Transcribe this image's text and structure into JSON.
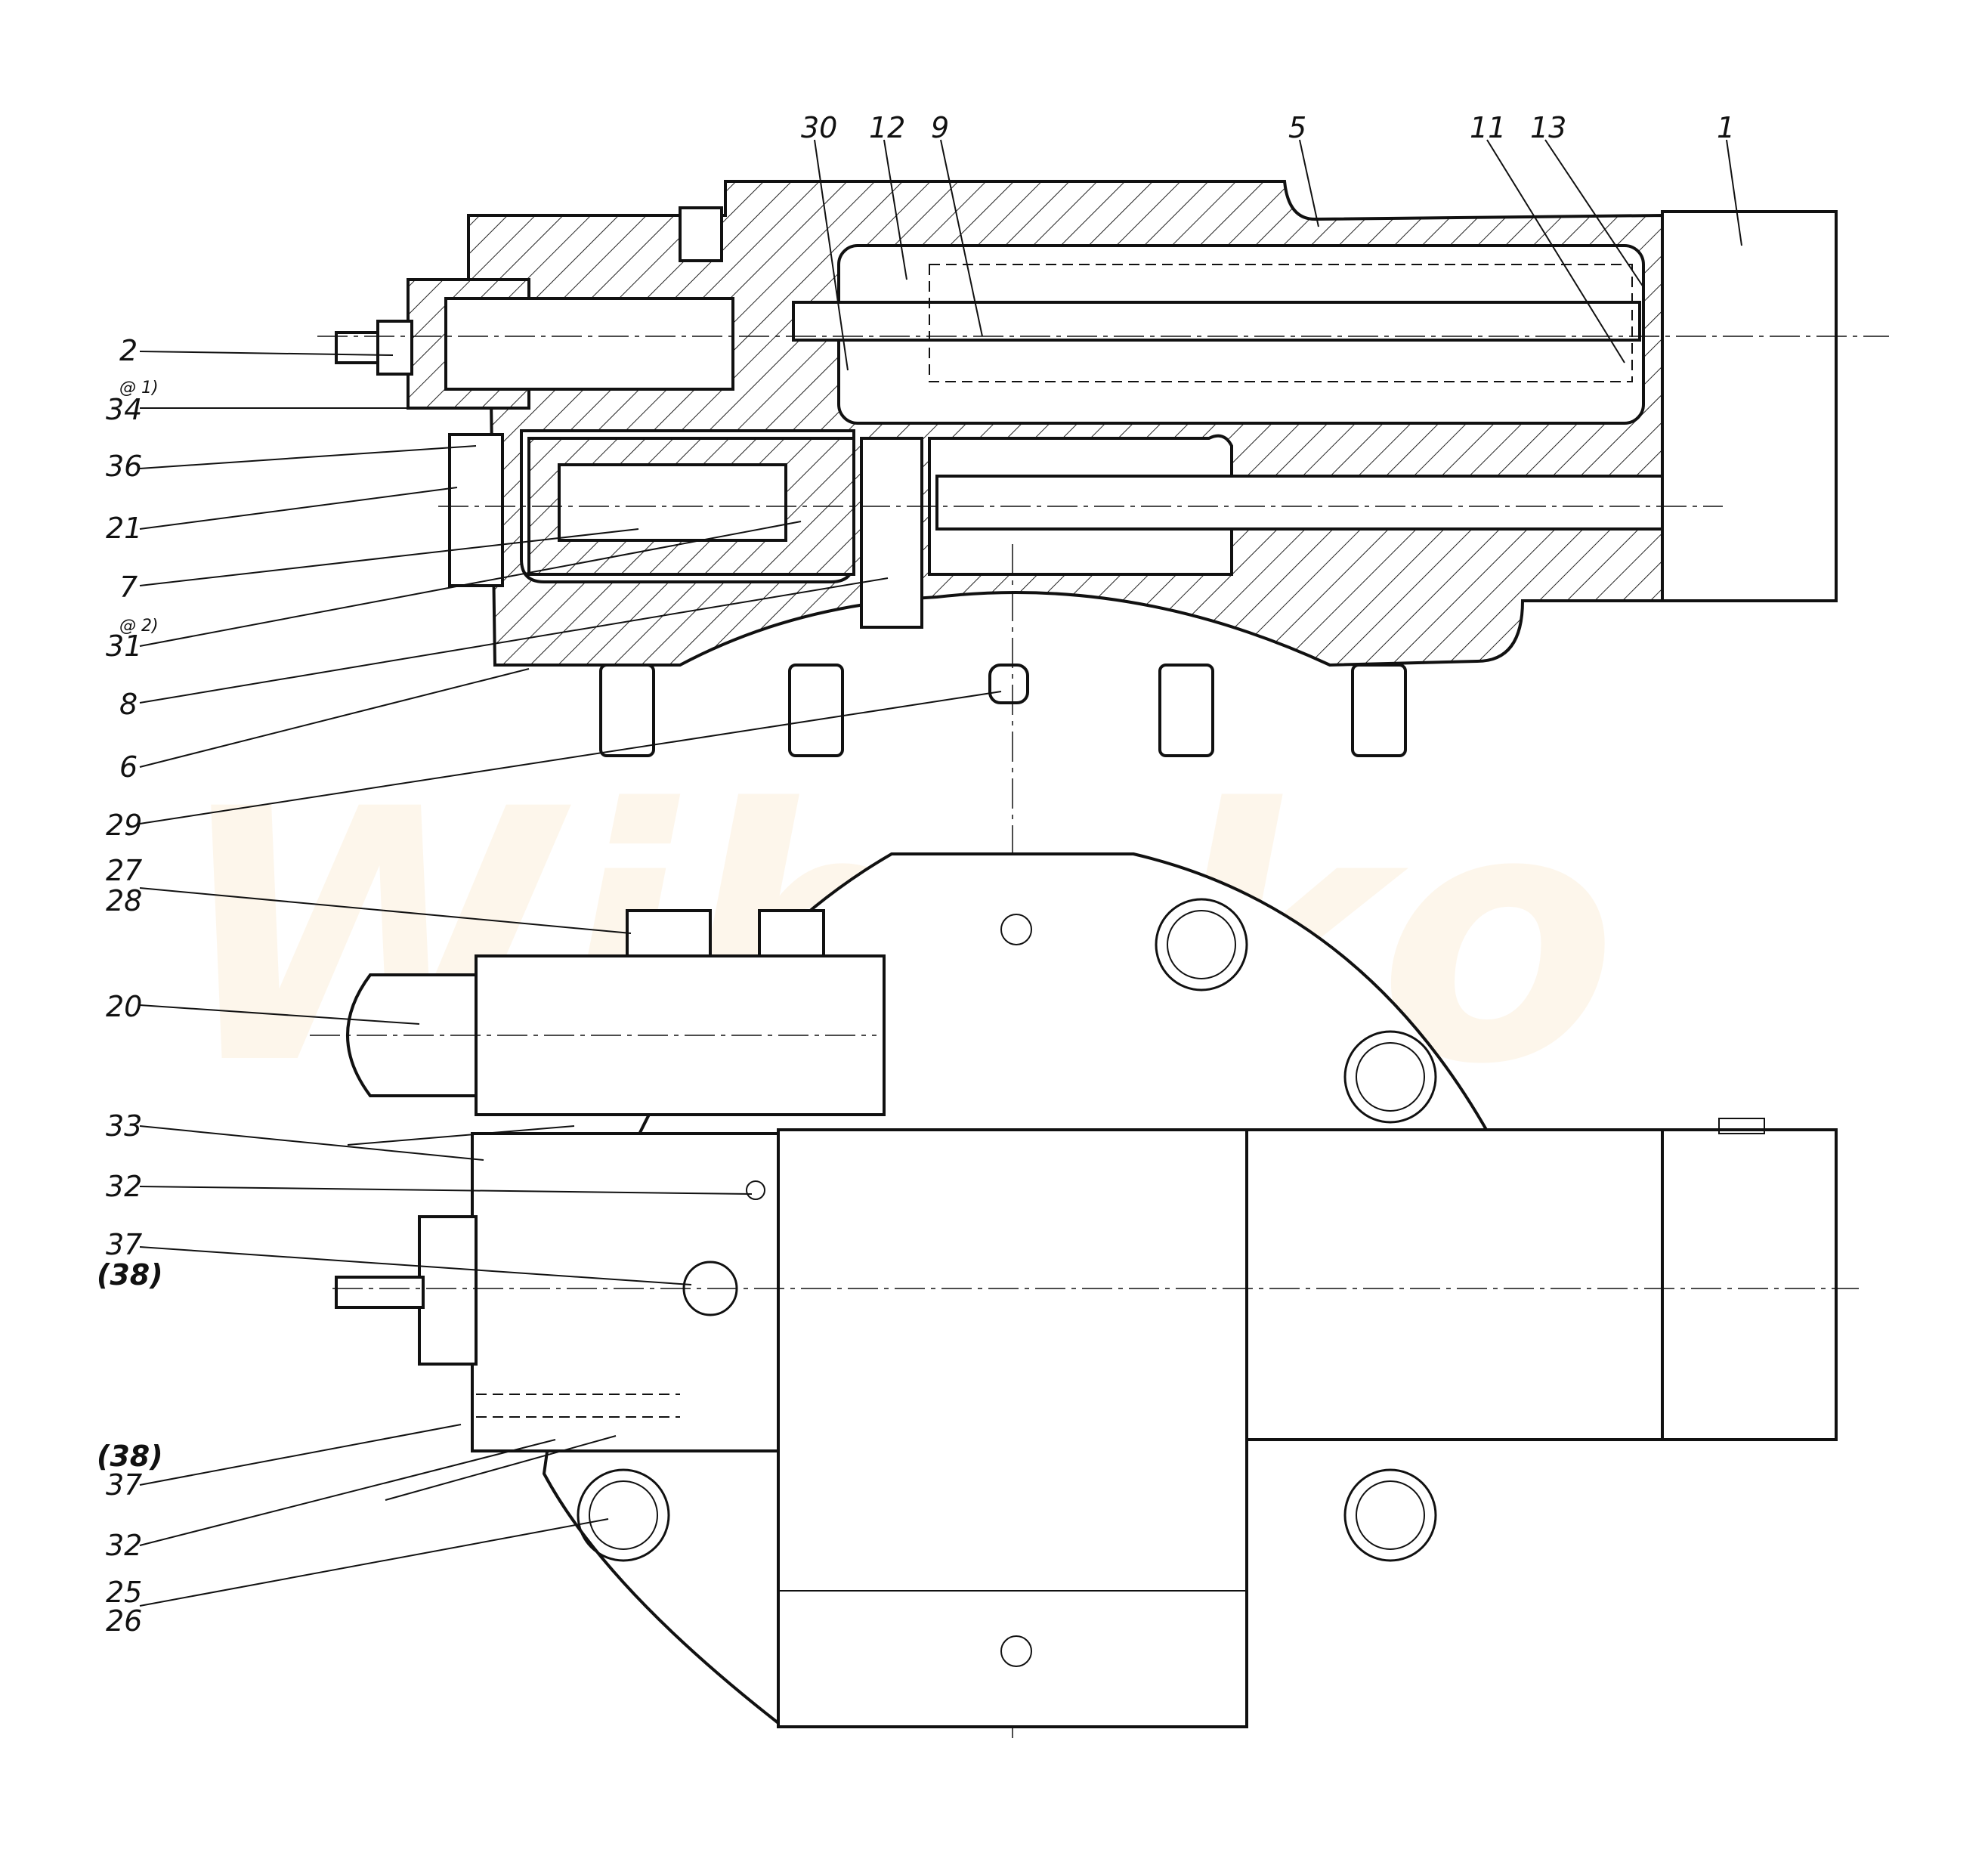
{
  "watermark": {
    "text": "Wibako"
  },
  "labels": [
    {
      "id": "30",
      "text": "30"
    },
    {
      "id": "12",
      "text": "12"
    },
    {
      "id": "9",
      "text": "9"
    },
    {
      "id": "5",
      "text": "5"
    },
    {
      "id": "11",
      "text": "11"
    },
    {
      "id": "13",
      "text": "13"
    },
    {
      "id": "1",
      "text": "1"
    },
    {
      "id": "2",
      "text": "2"
    },
    {
      "id": "34",
      "text": "34"
    },
    {
      "id": "36",
      "text": "36"
    },
    {
      "id": "21",
      "text": "21"
    },
    {
      "id": "7",
      "text": "7"
    },
    {
      "id": "31",
      "text": "31"
    },
    {
      "id": "8",
      "text": "8"
    },
    {
      "id": "6",
      "text": "6"
    },
    {
      "id": "29",
      "text": "29"
    },
    {
      "id": "27",
      "text": "27"
    },
    {
      "id": "28",
      "text": "28"
    },
    {
      "id": "20",
      "text": "20"
    },
    {
      "id": "33",
      "text": "33"
    },
    {
      "id": "32a",
      "text": "32"
    },
    {
      "id": "37a",
      "text": "37"
    },
    {
      "id": "38a",
      "text": "(38)"
    },
    {
      "id": "38b",
      "text": "(38)"
    },
    {
      "id": "37b",
      "text": "37"
    },
    {
      "id": "32b",
      "text": "32"
    },
    {
      "id": "25",
      "text": "25"
    },
    {
      "id": "26",
      "text": "26"
    }
  ],
  "footnotes": {
    "n34": "@ 1)",
    "n31": "@ 2)"
  }
}
